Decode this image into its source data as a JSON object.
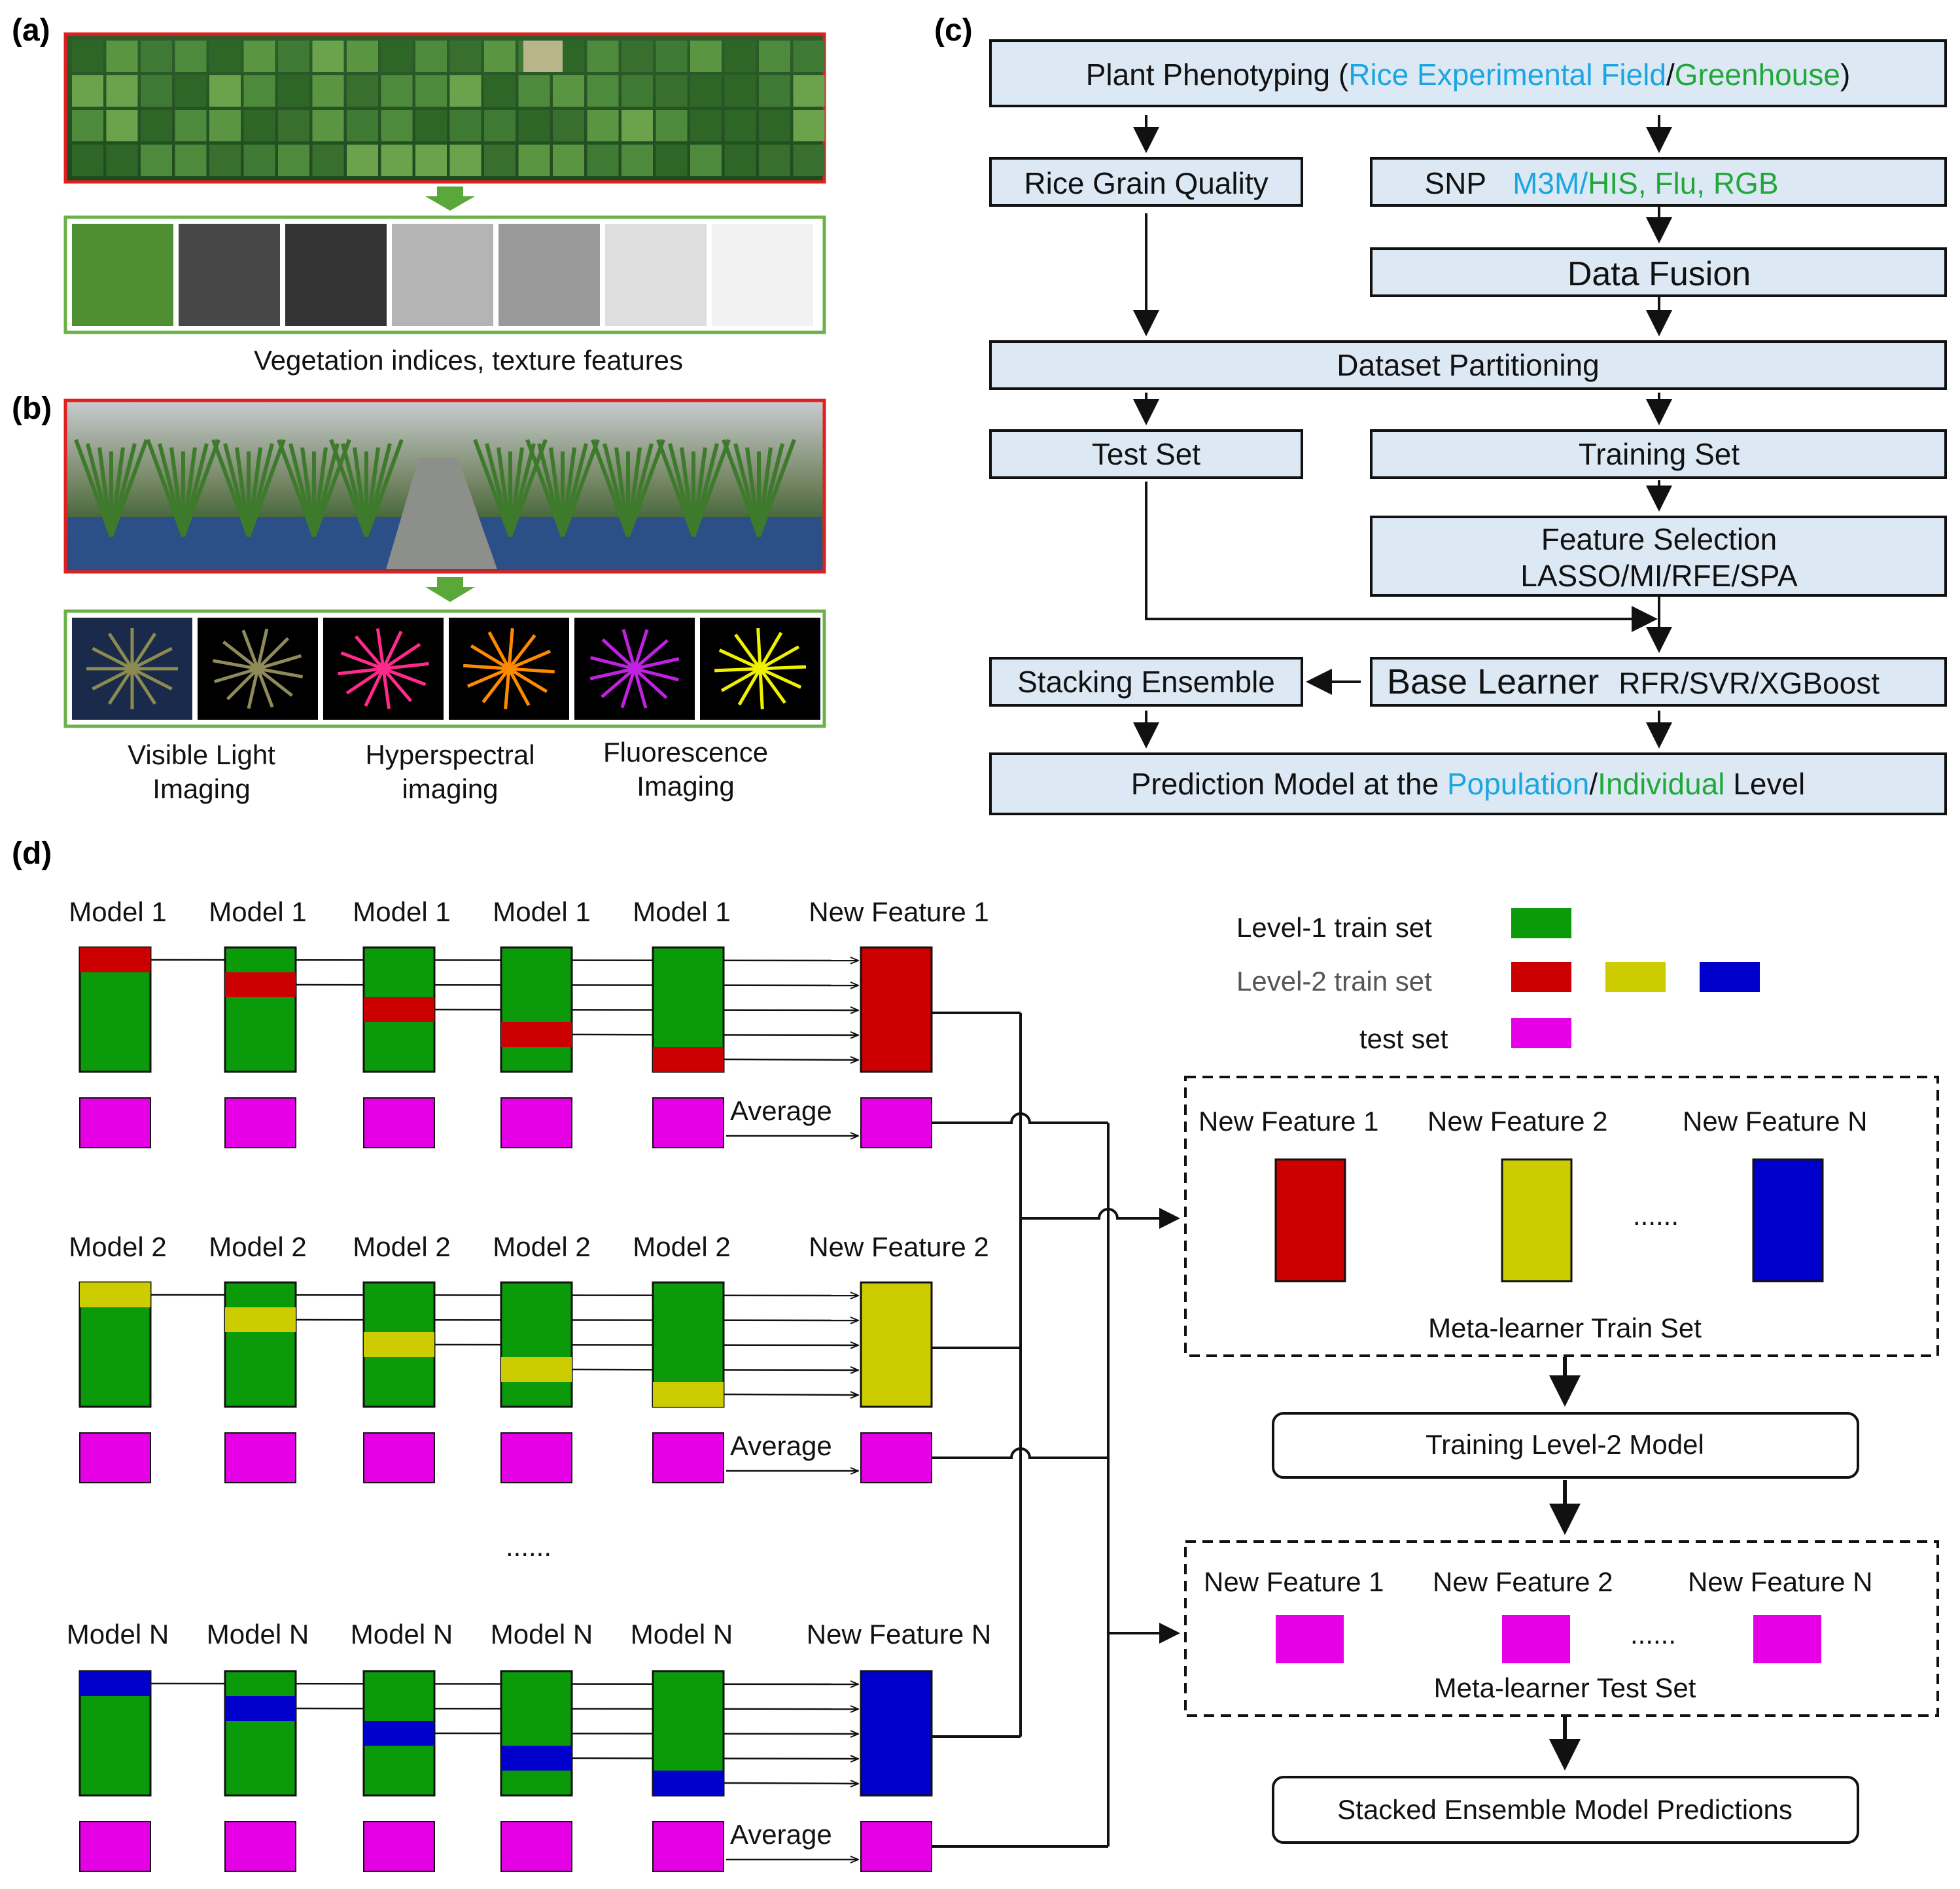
{
  "panel_labels": {
    "a": "(a)",
    "b": "(b)",
    "c": "(c)",
    "d": "(d)"
  },
  "colors": {
    "box_fill": "#dce9f5",
    "cyan_text": "#1aa6e0",
    "green_text": "#22a83a",
    "red_frame": "#e02020",
    "green_frame": "#6cb04a",
    "arrow_green": "#5aa83a",
    "block_green": "#0a9a0a",
    "block_red": "#cc0000",
    "block_yellow": "#cccc00",
    "block_blue": "#0000cc",
    "block_magenta": "#e600e6"
  },
  "panel_a": {
    "caption": "Vegetation indices, texture features"
  },
  "panel_b": {
    "captions": [
      {
        "line1": "Visible Light",
        "line2": "Imaging"
      },
      {
        "line1": "Hyperspectral",
        "line2": "imaging"
      },
      {
        "line1": "Fluorescence",
        "line2": "Imaging"
      }
    ]
  },
  "panel_c": {
    "top": {
      "pre": "Plant Phenotyping (",
      "cyan": "Rice Experimental Field",
      "sep": "/",
      "green": "Greenhouse",
      "post": ")"
    },
    "grain_quality": "Rice Grain Quality",
    "snp": {
      "pre": "SNP",
      "cyan": "M3M",
      "sep": "/",
      "green": "HIS, Flu, RGB"
    },
    "data_fusion": "Data Fusion",
    "partitioning": "Dataset Partitioning",
    "test_set": "Test Set",
    "training_set": "Training Set",
    "feature_selection": {
      "line1": "Feature Selection",
      "line2": "LASSO/MI/RFE/SPA"
    },
    "stacking": "Stacking Ensemble",
    "base_learner": {
      "main": "Base Learner",
      "sub": "RFR/SVR/XGBoost"
    },
    "prediction": {
      "pre": "Prediction Model at the ",
      "cyan": "Population",
      "sep": "/",
      "green": "Individual",
      "post": " Level"
    }
  },
  "panel_d": {
    "rows": [
      {
        "model": "Model 1",
        "feature": "New Feature 1",
        "color": "#cc0000",
        "average": "Average"
      },
      {
        "model": "Model 2",
        "feature": "New Feature 2",
        "color": "#cccc00",
        "average": "Average"
      },
      {
        "model": "Model N",
        "feature": "New Feature N",
        "color": "#0000cc",
        "average": "Average"
      }
    ],
    "row_ellipsis": "......",
    "legend": {
      "level1": "Level-1 train set",
      "level2": "Level-2 train set",
      "test": "test set"
    },
    "meta_train": {
      "features": [
        "New Feature 1",
        "New Feature 2",
        "New Feature N"
      ],
      "ellipsis": "......",
      "label": "Meta-learner Train Set"
    },
    "training_level2": "Training Level-2 Model",
    "meta_test": {
      "features": [
        "New Feature 1",
        "New Feature 2",
        "New Feature N"
      ],
      "ellipsis": "......",
      "label": "Meta-learner Test Set"
    },
    "final": "Stacked Ensemble Model Predictions"
  }
}
